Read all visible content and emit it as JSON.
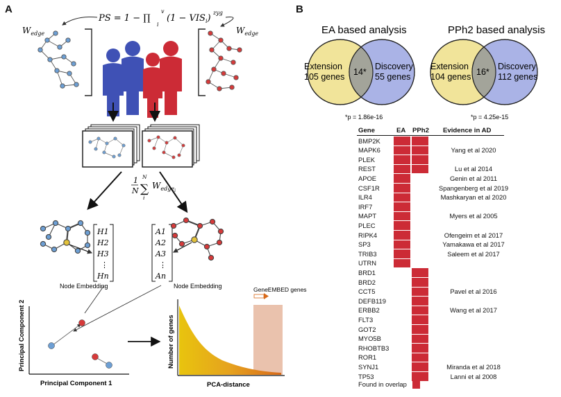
{
  "panel_a": {
    "letter": "A",
    "formula": "PS = 1 − ∏",
    "formula_sup": "v",
    "formula_sub": "i",
    "formula_tail": "(1 − VIS",
    "formula_tail_sub": "i",
    "formula_tail_end": ")",
    "formula_exp": "zyg",
    "w_edge_left": "W",
    "w_edge_left_sub": "edge",
    "w_edge_right": "W",
    "w_edge_right_sub": "edge",
    "avg_frac_num": "1",
    "avg_frac_den": "N",
    "avg_sum_top": "N",
    "avg_sum_bottom": "i",
    "avg_w": "W",
    "avg_w_sub": "edge",
    "avg_w_subsub": "i",
    "vector_h": [
      "H1",
      "H2",
      "H3",
      "⋮",
      "Hn"
    ],
    "vector_a": [
      "A1",
      "A2",
      "A3",
      "⋮",
      "An"
    ],
    "node_embedding_left": "Node Embedding",
    "node_embedding_right": "Node Embedding",
    "pca_ylabel": "Principal  Component 2",
    "pca_xlabel": "Principal  Component 1",
    "hist_ylabel": "Number of genes",
    "hist_xlabel": "PCA-distance",
    "geneembed_label": "GeneEMBED genes"
  },
  "panel_b": {
    "letter": "B",
    "venn_ea": {
      "title": "EA based analysis",
      "left_line1": "Extension",
      "left_line2": "105 genes",
      "overlap": "14*",
      "right_line1": "Discovery",
      "right_line2": "55 genes",
      "pvalue": "*p = 1.86e-16"
    },
    "venn_pph2": {
      "title": "PPh2 based analysis",
      "left_line1": "Extension",
      "left_line2": "104 genes",
      "overlap": "16*",
      "right_line1": "Discovery",
      "right_line2": "112 genes",
      "pvalue": "*p = 4.25e-15"
    },
    "table": {
      "headers": {
        "gene": "Gene",
        "ea": "EA",
        "pph2": "PPh2",
        "evidence": "Evidence in AD"
      },
      "rows": [
        {
          "gene": "BMP2K",
          "ea": true,
          "pph2": true,
          "evidence": ""
        },
        {
          "gene": "MAPK6",
          "ea": true,
          "pph2": true,
          "evidence": "Yang et al 2020"
        },
        {
          "gene": "PLEK",
          "ea": true,
          "pph2": true,
          "evidence": ""
        },
        {
          "gene": "REST",
          "ea": true,
          "pph2": true,
          "evidence": "Lu et al 2014"
        },
        {
          "gene": "APOE",
          "ea": true,
          "pph2": false,
          "evidence": "Genin et al 2011"
        },
        {
          "gene": "CSF1R",
          "ea": true,
          "pph2": false,
          "evidence": "Spangenberg et al 2019"
        },
        {
          "gene": "ILR4",
          "ea": true,
          "pph2": false,
          "evidence": "Mashkaryan et al 2020"
        },
        {
          "gene": "IRF7",
          "ea": true,
          "pph2": false,
          "evidence": ""
        },
        {
          "gene": "MAPT",
          "ea": true,
          "pph2": false,
          "evidence": "Myers et al 2005"
        },
        {
          "gene": "PLEC",
          "ea": true,
          "pph2": false,
          "evidence": ""
        },
        {
          "gene": "RIPK4",
          "ea": true,
          "pph2": false,
          "evidence": "Ofengeim et al 2017"
        },
        {
          "gene": "SP3",
          "ea": true,
          "pph2": false,
          "evidence": "Yamakawa et al 2017"
        },
        {
          "gene": "TRIB3",
          "ea": true,
          "pph2": false,
          "evidence": "Saleem et al 2017"
        },
        {
          "gene": "UTRN",
          "ea": true,
          "pph2": false,
          "evidence": ""
        },
        {
          "gene": "BRD1",
          "ea": false,
          "pph2": true,
          "evidence": ""
        },
        {
          "gene": "BRD2",
          "ea": false,
          "pph2": true,
          "evidence": ""
        },
        {
          "gene": "CCT5",
          "ea": false,
          "pph2": true,
          "evidence": "Pavel et al 2016"
        },
        {
          "gene": "DEFB119",
          "ea": false,
          "pph2": true,
          "evidence": ""
        },
        {
          "gene": "ERBB2",
          "ea": false,
          "pph2": true,
          "evidence": "Wang et al 2017"
        },
        {
          "gene": "FLT3",
          "ea": false,
          "pph2": true,
          "evidence": ""
        },
        {
          "gene": "GOT2",
          "ea": false,
          "pph2": true,
          "evidence": ""
        },
        {
          "gene": "MYO5B",
          "ea": false,
          "pph2": true,
          "evidence": ""
        },
        {
          "gene": "RHOBTB3",
          "ea": false,
          "pph2": true,
          "evidence": ""
        },
        {
          "gene": "ROR1",
          "ea": false,
          "pph2": true,
          "evidence": ""
        },
        {
          "gene": "SYNJ1",
          "ea": false,
          "pph2": true,
          "evidence": "Miranda et al 2018"
        },
        {
          "gene": "TP53",
          "ea": false,
          "pph2": true,
          "evidence": "Lanni et al 2008"
        }
      ],
      "legend": "Found in overlap"
    }
  },
  "colors": {
    "blue": "#3f51b5",
    "red": "#cc2b36",
    "node_blue": "#6d9fd4",
    "node_red": "#d63a3a",
    "venn_yellow": "#f1e49a",
    "venn_blue": "#aab3e6",
    "venn_overlap": "#a3a49a",
    "hist_band": "#eac2ad"
  }
}
